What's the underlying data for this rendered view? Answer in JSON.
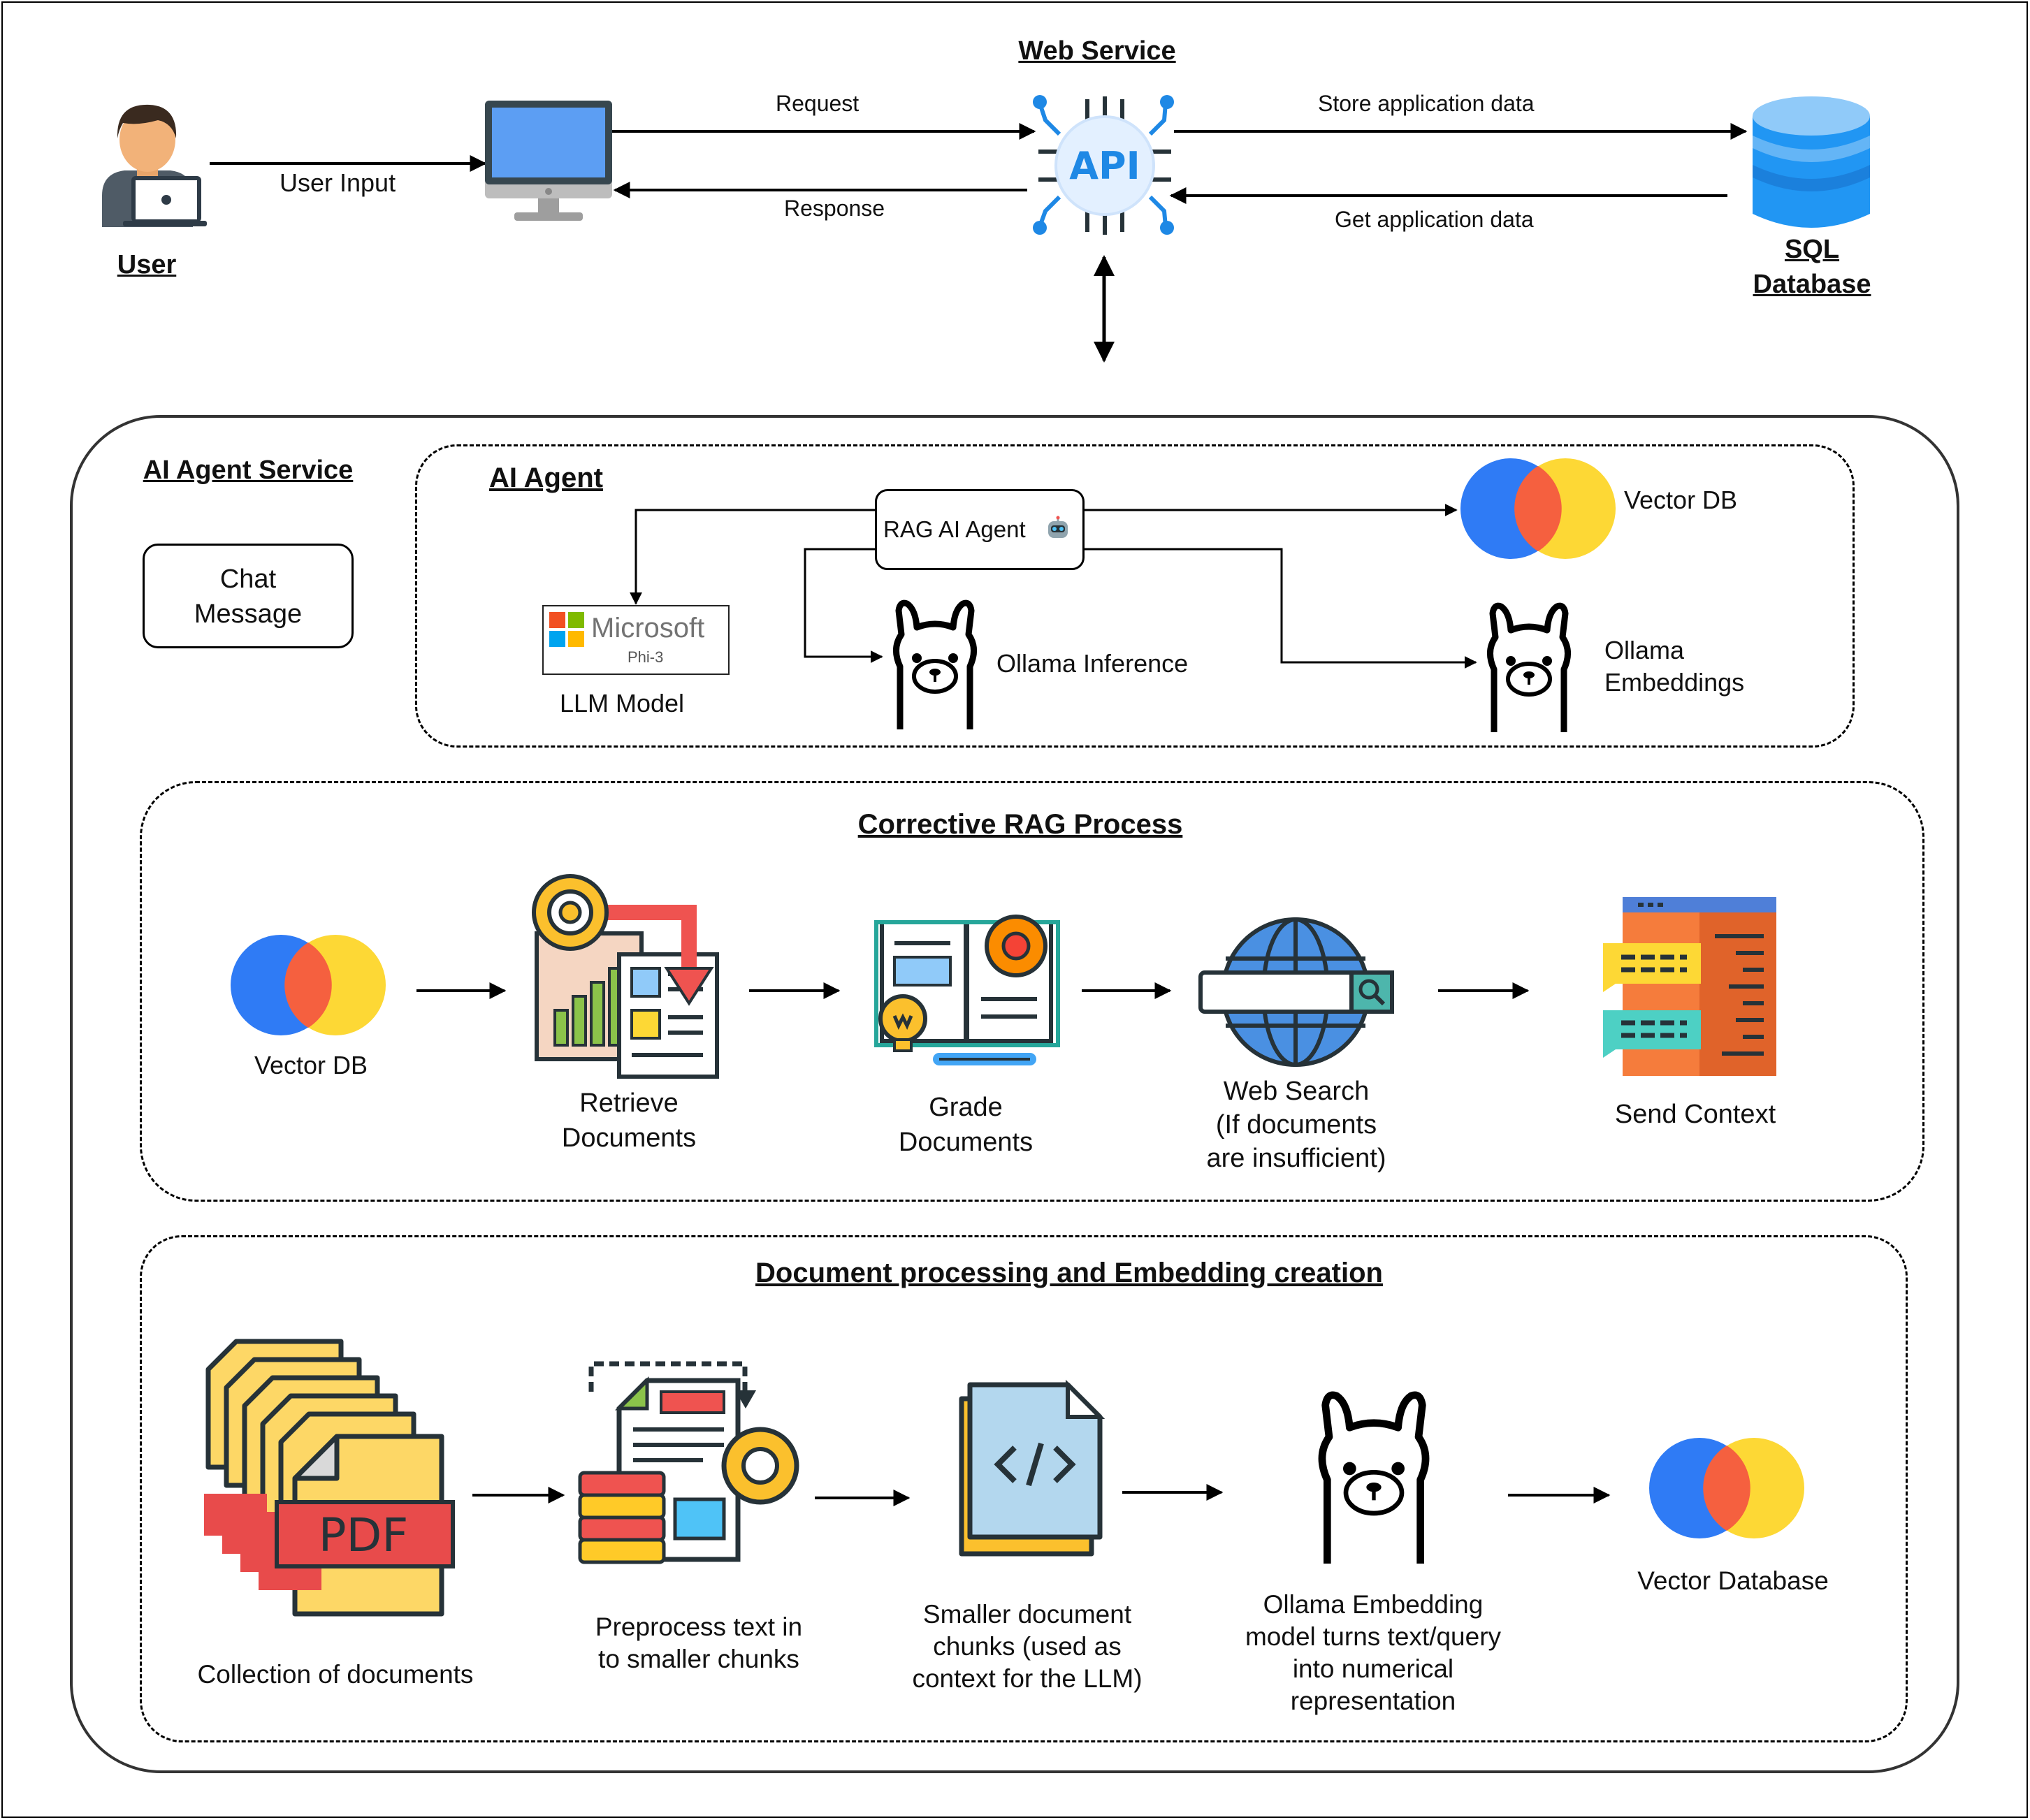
{
  "top": {
    "user": {
      "label": "User"
    },
    "user_input": "User Input",
    "request": "Request",
    "response": "Response",
    "web_service": {
      "title": "Web Service",
      "icon_text": "API"
    },
    "store_data": "Store application data",
    "get_data": "Get application data",
    "sql_db": {
      "label": "SQL\nDatabase"
    }
  },
  "ai_agent_service": {
    "title": "AI Agent Service",
    "chat_message": "Chat\nMessage",
    "ai_agent": {
      "title": "AI Agent",
      "rag_agent": "RAG AI Agent",
      "llm_logo_text": "Microsoft",
      "llm_logo_sub": "Phi-3",
      "llm_model": "LLM Model",
      "ollama_inference": "Ollama Inference",
      "vector_db": "Vector DB",
      "ollama_embeddings": "Ollama\nEmbeddings"
    },
    "corrective_rag": {
      "title": "Corrective RAG Process",
      "steps": [
        {
          "label": "Vector DB"
        },
        {
          "label": "Retrieve\nDocuments"
        },
        {
          "label": "Grade\nDocuments"
        },
        {
          "label": "Web Search\n(If documents\nare insufficient)"
        },
        {
          "label": "Send Context"
        }
      ]
    },
    "doc_processing": {
      "title": "Document processing and Embedding creation",
      "pdf_text": "PDF",
      "steps": [
        {
          "label": "Collection of documents"
        },
        {
          "label": "Preprocess text in\nto smaller chunks"
        },
        {
          "label": "Smaller document\nchunks (used as\ncontext for the LLM)"
        },
        {
          "label": "Ollama Embedding\nmodel turns text/query\ninto numerical\nrepresentation"
        },
        {
          "label": "Vector Database"
        }
      ]
    }
  },
  "colors": {
    "vector_blue": "#2f7bf5",
    "vector_red": "#f5603f",
    "vector_yellow": "#fdd835",
    "api_blue": "#1e88e5",
    "db_blue": "#2196f3",
    "line": "#000000"
  }
}
